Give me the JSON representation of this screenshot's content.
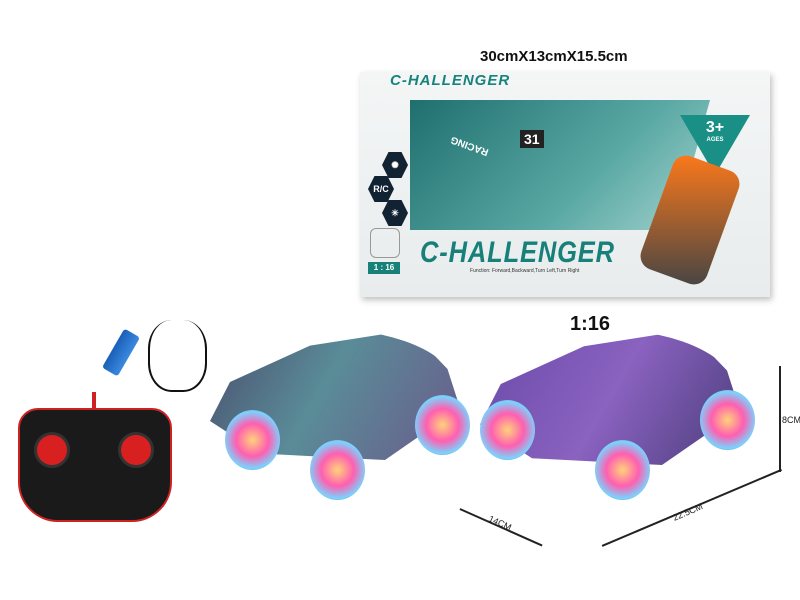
{
  "box": {
    "dimensions": "30cmX13cmX15.5cm",
    "brand_top": "C-HALLENGER",
    "brand": "C-HALLENGER",
    "function_text": "Function:   Forward,Backward,Turn Left,Turn Right",
    "age": "3+",
    "age_label": "AGES",
    "scale_badge": "1 : 16",
    "rc_badge": "R/C",
    "car_number": "31",
    "car_text": "RACING"
  },
  "product": {
    "scale": "1:16",
    "height": "8CM",
    "length": "22.5CM",
    "width": "14CM"
  },
  "colors": {
    "brand_teal": "#178078",
    "car_purple": "#7a56b8",
    "remote_red": "#d92020"
  }
}
